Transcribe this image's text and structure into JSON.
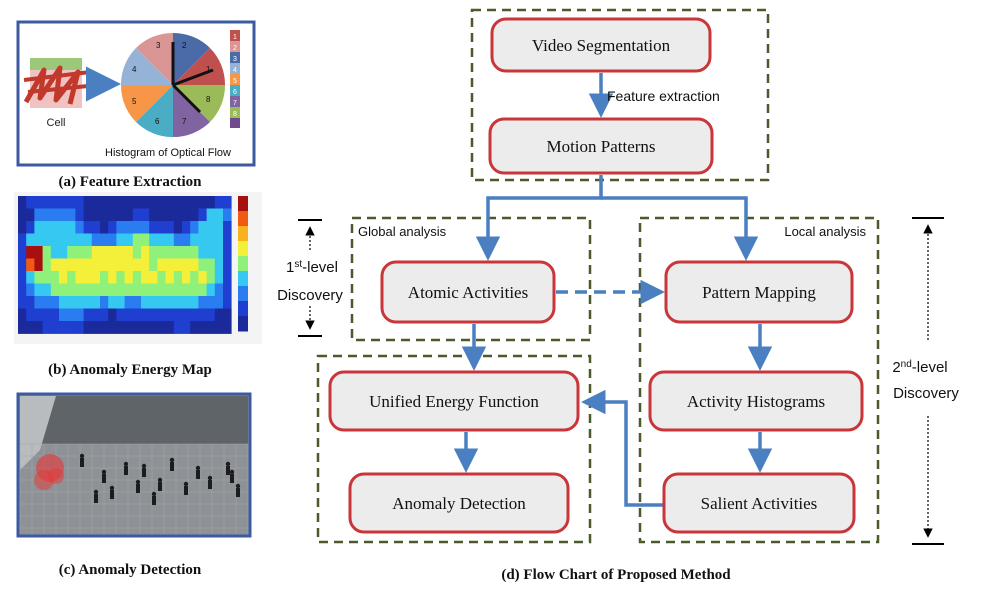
{
  "panels": {
    "a": {
      "caption": "(a) Feature Extraction",
      "cell_label": "Cell",
      "hist_label": "Histogram of Optical Flow",
      "sector_numbers": [
        "1",
        "2",
        "3",
        "4",
        "5",
        "6",
        "7",
        "8"
      ],
      "legend_numbers": [
        "1",
        "2",
        "3",
        "4",
        "5",
        "6",
        "7",
        "8"
      ]
    },
    "b": {
      "caption": "(b) Anomaly Energy Map",
      "discovery_line1_base": "1",
      "discovery_line1_sup": "st",
      "discovery_line1_rest": "-level",
      "discovery_line2": "Discovery"
    },
    "c": {
      "caption": "(c) Anomaly Detection"
    },
    "d": {
      "caption": "(d) Flow Chart of Proposed Method",
      "nodes": {
        "video_segmentation": "Video Segmentation",
        "motion_patterns": "Motion Patterns",
        "atomic_activities": "Atomic Activities",
        "pattern_mapping": "Pattern Mapping",
        "unified_energy": "Unified Energy Function",
        "activity_histograms": "Activity Histograms",
        "anomaly_detection": "Anomaly Detection",
        "salient_activities": "Salient Activities"
      },
      "edge_label_feature": "Feature extraction",
      "group_global": "Global analysis",
      "group_local": "Local analysis",
      "discovery2_base": "2",
      "discovery2_sup": "nd",
      "discovery2_rest": "-level",
      "discovery2_line2": "Discovery"
    }
  },
  "colors": {
    "node_fill": "#ececec",
    "node_border": "#c9363a",
    "arrow": "#4a7fc1",
    "group_border": "#4a5a2a",
    "panel_border": "#3b5aa0"
  }
}
